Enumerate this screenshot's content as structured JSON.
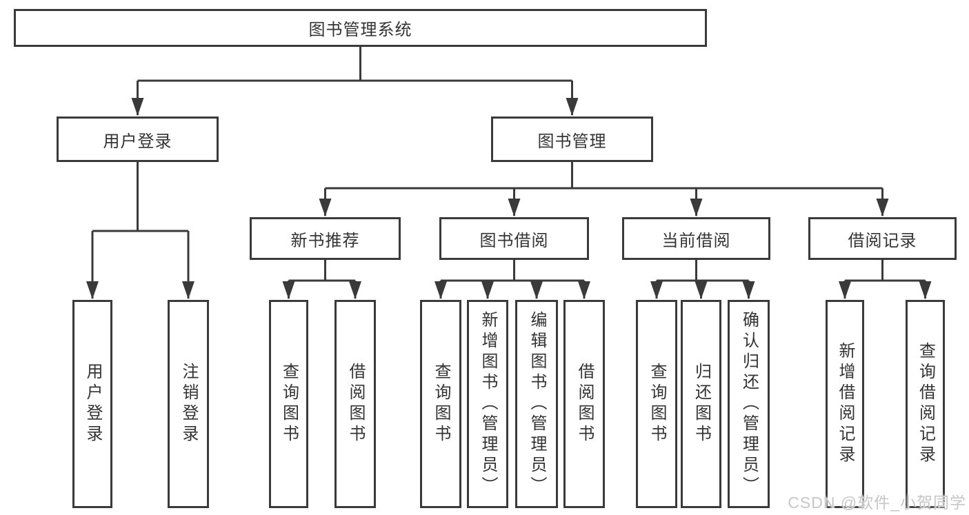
{
  "diagram": {
    "root": {
      "label": "图书管理系统"
    },
    "branches": [
      {
        "label": "用户登录",
        "children": [
          {
            "label": "用户登录"
          },
          {
            "label": "注销登录"
          }
        ]
      },
      {
        "label": "图书管理",
        "children": [
          {
            "label": "新书推荐",
            "children": [
              {
                "label": "查询图书"
              },
              {
                "label": "借阅图书"
              }
            ]
          },
          {
            "label": "图书借阅",
            "children": [
              {
                "label": "查询图书"
              },
              {
                "label": "新增图书（管理员）"
              },
              {
                "label": "编辑图书（管理员）"
              },
              {
                "label": "借阅图书"
              }
            ]
          },
          {
            "label": "当前借阅",
            "children": [
              {
                "label": "查询图书"
              },
              {
                "label": "归还图书"
              },
              {
                "label": "确认归还（管理员）"
              }
            ]
          },
          {
            "label": "借阅记录",
            "children": [
              {
                "label": "新增借阅记录"
              },
              {
                "label": "查询借阅记录"
              }
            ]
          }
        ]
      }
    ]
  },
  "watermark": {
    "text": "CSDN @软件_小贺同学"
  },
  "colors": {
    "line": "#3a3a3a",
    "text": "#333333",
    "watermark": "#c6c6c6",
    "background": "#ffffff"
  }
}
